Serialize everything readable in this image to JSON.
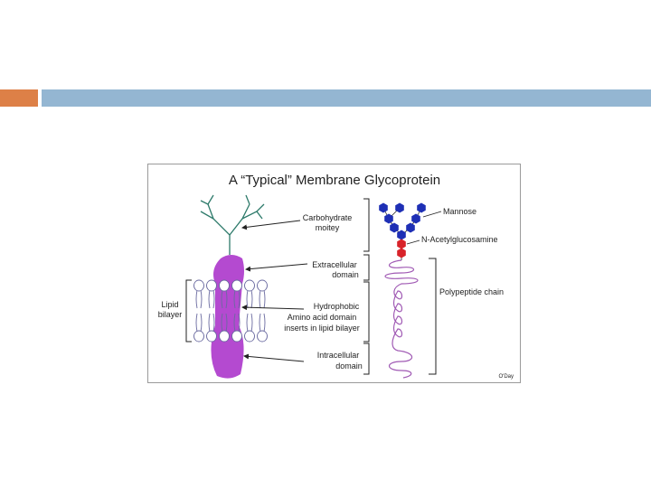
{
  "slide": {
    "accent_color": "#dd8047",
    "bar_color": "#94b6d2"
  },
  "figure": {
    "title": "A “Typical” Membrane Glycoprotein",
    "labels": {
      "carb_1": "Carbohydrate",
      "carb_2": "moitey",
      "extra_1": "Extracellular",
      "extra_2": "domain",
      "hydro_1": "Hydrophobic",
      "hydro_2": "Amino acid domain",
      "hydro_3": "inserts in lipid bilayer",
      "intra_1": "Intracellular",
      "intra_2": "domain",
      "lipid_1": "Lipid",
      "lipid_2": "bilayer",
      "mannose": "Mannose",
      "nacetyl": "N-Acetylglucosamine",
      "polypeptide": "Polypeptide chain",
      "credit": "O'Day"
    },
    "colors": {
      "protein": "#b44ad0",
      "carbohydrate": "#2d7a6a",
      "mannose": "#1e2fb5",
      "glcnac": "#d8232a",
      "chain": "#a05ab4",
      "lipid_head": "#ffffff",
      "lipid_outline": "#6a6aa0"
    }
  }
}
